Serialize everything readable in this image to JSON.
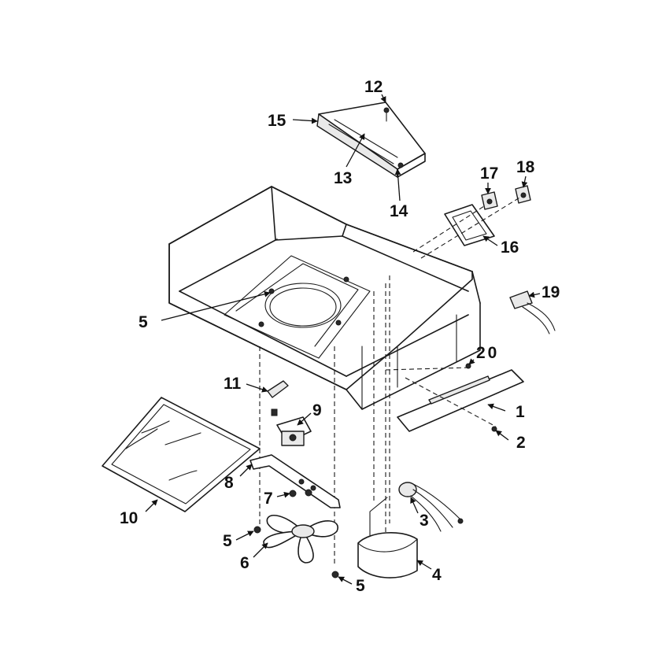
{
  "part_labels": {
    "p1": "1",
    "p2": "2",
    "p3": "3",
    "p4": "4",
    "p5a": "5",
    "p5b": "5",
    "p5c": "5",
    "p6": "6",
    "p7": "7",
    "p8": "8",
    "p9": "9",
    "p10": "10",
    "p11": "11",
    "p12": "12",
    "p13": "13",
    "p14": "14",
    "p15": "15",
    "p16": "16",
    "p17": "17",
    "p18": "18",
    "p19": "19",
    "p20": "20"
  }
}
